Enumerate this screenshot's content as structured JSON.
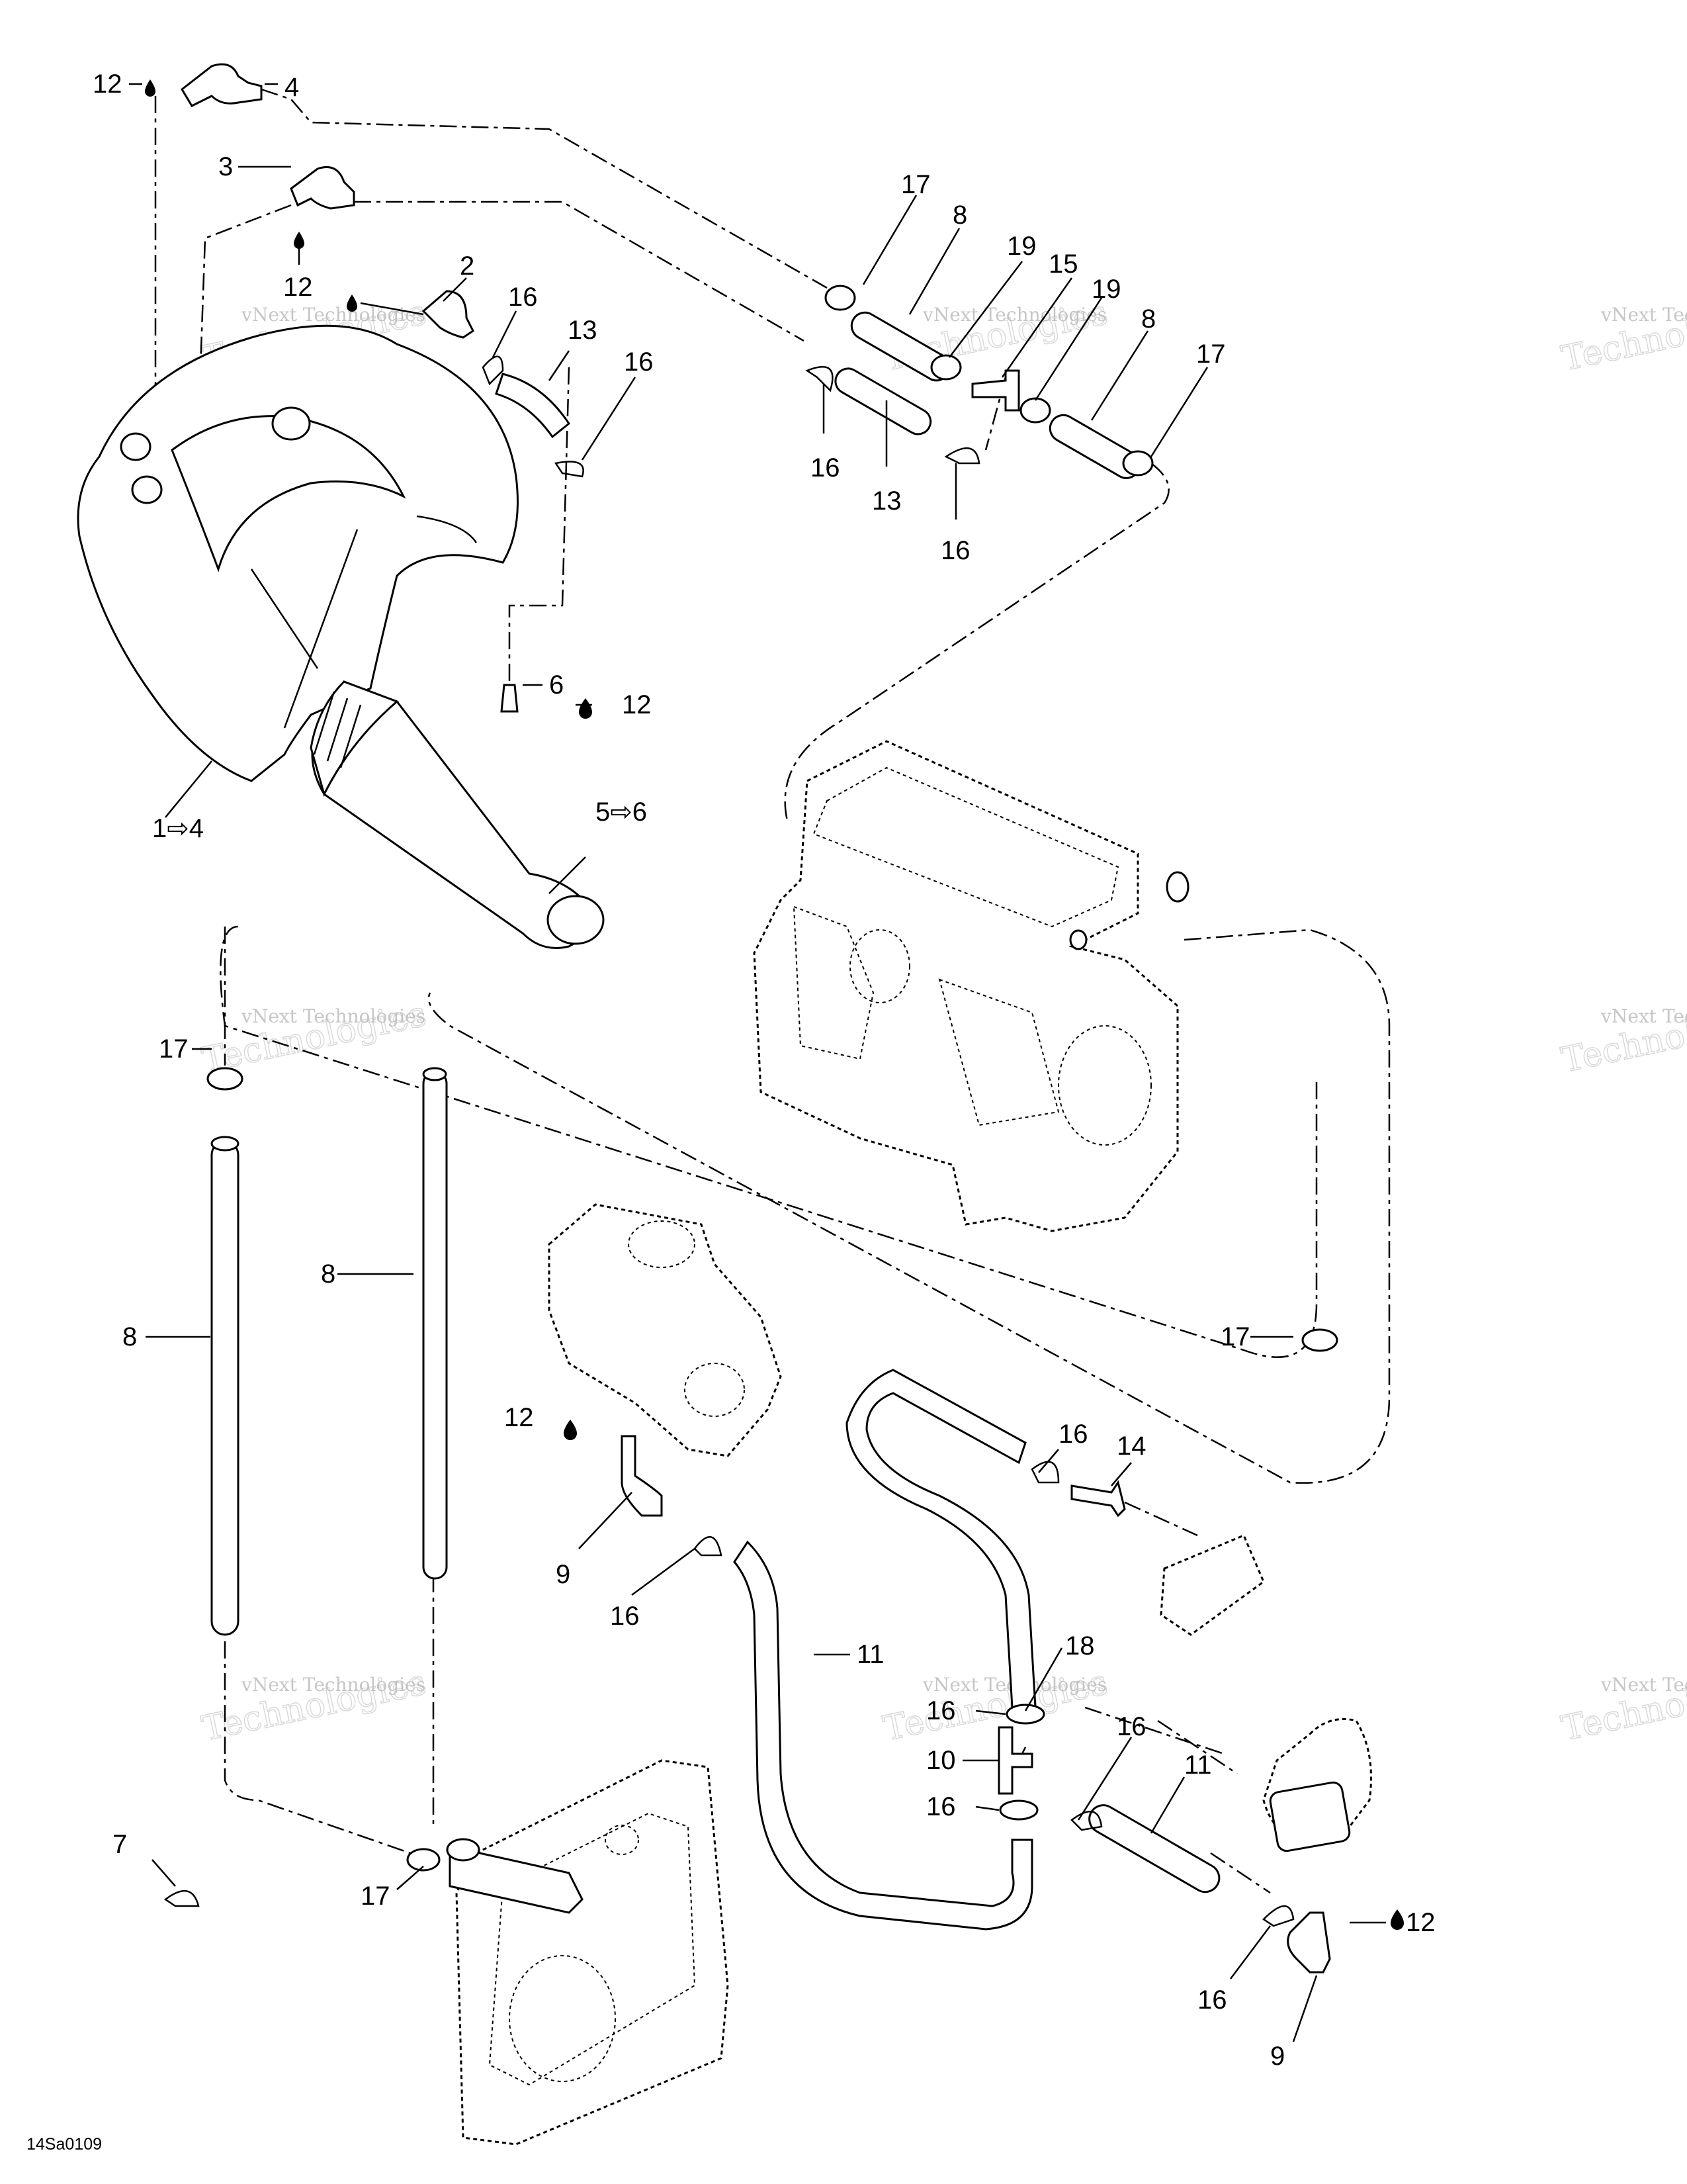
{
  "diagram": {
    "figure_code": "14Sa0109",
    "watermark_line1": "vNext Technologies",
    "watermark_line2": "Technologies",
    "callouts": [
      {
        "id": "c12a",
        "text": "12"
      },
      {
        "id": "c4",
        "text": "4"
      },
      {
        "id": "c3",
        "text": "3"
      },
      {
        "id": "c12b",
        "text": "12"
      },
      {
        "id": "c2",
        "text": "2"
      },
      {
        "id": "c16a",
        "text": "16"
      },
      {
        "id": "c13a",
        "text": "13"
      },
      {
        "id": "c16b",
        "text": "16"
      },
      {
        "id": "c17a",
        "text": "17"
      },
      {
        "id": "c8a",
        "text": "8"
      },
      {
        "id": "c19a",
        "text": "19"
      },
      {
        "id": "c15",
        "text": "15"
      },
      {
        "id": "c19b",
        "text": "19"
      },
      {
        "id": "c8b",
        "text": "8"
      },
      {
        "id": "c17b",
        "text": "17"
      },
      {
        "id": "c16c",
        "text": "16"
      },
      {
        "id": "c13b",
        "text": "13"
      },
      {
        "id": "c16d",
        "text": "16"
      },
      {
        "id": "c6",
        "text": "6"
      },
      {
        "id": "c12c",
        "text": "12"
      },
      {
        "id": "c1",
        "text": "1⇨4"
      },
      {
        "id": "c5",
        "text": "5⇨6"
      },
      {
        "id": "c17c",
        "text": "17"
      },
      {
        "id": "c8c",
        "text": "8"
      },
      {
        "id": "c8d",
        "text": "8"
      },
      {
        "id": "c17d",
        "text": "17"
      },
      {
        "id": "c12d",
        "text": "12"
      },
      {
        "id": "c16e",
        "text": "16"
      },
      {
        "id": "c14",
        "text": "14"
      },
      {
        "id": "c9a",
        "text": "9"
      },
      {
        "id": "c16f",
        "text": "16"
      },
      {
        "id": "c11a",
        "text": "11"
      },
      {
        "id": "c18",
        "text": "18"
      },
      {
        "id": "c16g",
        "text": "16"
      },
      {
        "id": "c10",
        "text": "10"
      },
      {
        "id": "c16h",
        "text": "16"
      },
      {
        "id": "c16i",
        "text": "16"
      },
      {
        "id": "c11b",
        "text": "11"
      },
      {
        "id": "c7",
        "text": "7"
      },
      {
        "id": "c17e",
        "text": "17"
      },
      {
        "id": "c12e",
        "text": "12"
      },
      {
        "id": "c16j",
        "text": "16"
      },
      {
        "id": "c9b",
        "text": "9"
      }
    ]
  }
}
